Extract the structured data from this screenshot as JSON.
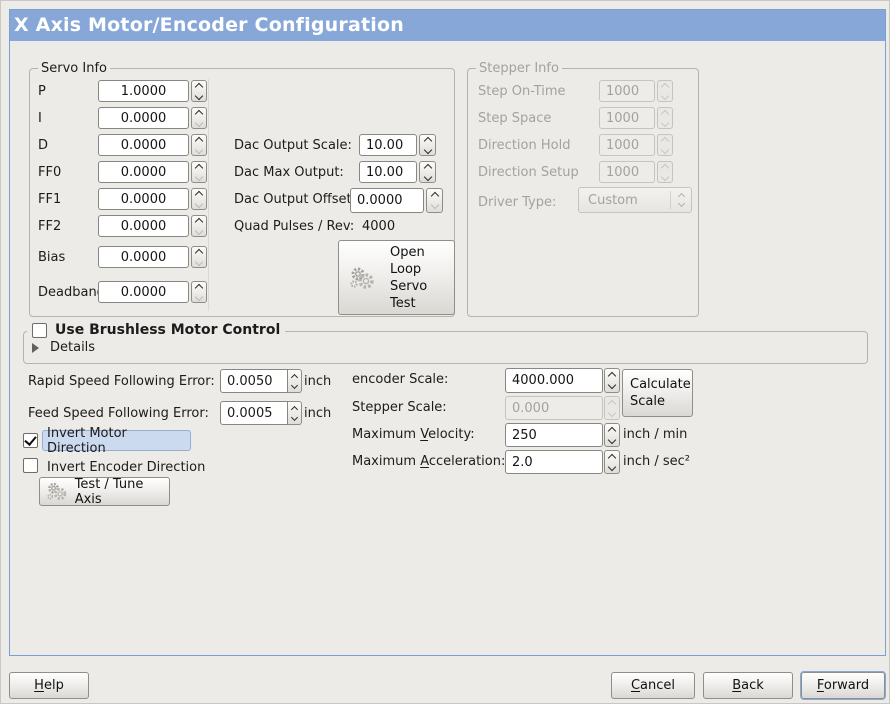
{
  "window": {
    "title": "X Axis Motor/Encoder Configuration"
  },
  "colors": {
    "titlebar_blue": "#86A7D8",
    "panel_border_blue": "#7C9FD2",
    "focus_highlight": "#CBDAEE"
  },
  "servo_info": {
    "legend": "Servo Info",
    "pid": [
      {
        "label": "P",
        "value": "1.0000"
      },
      {
        "label": "I",
        "value": "0.0000"
      },
      {
        "label": "D",
        "value": "0.0000"
      },
      {
        "label": "FF0",
        "value": "0.0000"
      },
      {
        "label": "FF1",
        "value": "0.0000"
      },
      {
        "label": "FF2",
        "value": "0.0000"
      },
      {
        "label": "Bias",
        "value": "0.0000"
      },
      {
        "label": "Deadband",
        "value": "0.0000"
      }
    ],
    "dac": [
      {
        "label": "Dac Output Scale:",
        "value": "10.00"
      },
      {
        "label": "Dac Max Output:",
        "value": "10.00"
      },
      {
        "label": "Dac Output Offset:",
        "value": "0.0000"
      }
    ],
    "quad": {
      "label": "Quad Pulses / Rev:",
      "value": "4000"
    },
    "open_loop": {
      "lines": [
        "Open",
        "Loop",
        "Servo",
        "Test"
      ]
    }
  },
  "stepper_info": {
    "legend": "Stepper Info",
    "fields": [
      {
        "label": "Step On-Time",
        "value": "1000"
      },
      {
        "label": "Step Space",
        "value": "1000"
      },
      {
        "label": "Direction Hold",
        "value": "1000"
      },
      {
        "label": "Direction Setup",
        "value": "1000"
      }
    ],
    "driver": {
      "label": "Driver Type:",
      "value": "Custom"
    }
  },
  "brushless": {
    "checkbox": "Use Brushless Motor Control",
    "details": "Details"
  },
  "following_error": {
    "rapid": {
      "label": "Rapid Speed Following Error:",
      "value": "0.0050",
      "unit": "inch"
    },
    "feed": {
      "label": "Feed Speed Following Error:",
      "value": "0.0005",
      "unit": "inch"
    }
  },
  "scale": {
    "encoder": {
      "label": "encoder Scale:",
      "value": "4000.000"
    },
    "stepper": {
      "label": "Stepper Scale:",
      "value": "0.000"
    },
    "calculate": {
      "line1": "Calculate",
      "line2": "Scale"
    },
    "velocity": {
      "pre": "Maximum ",
      "u": "V",
      "post": "elocity:",
      "value": "250",
      "unit": "inch / min"
    },
    "accel": {
      "pre": "Maximum ",
      "u": "A",
      "post": "cceleration:",
      "value": "2.0",
      "unit": "inch / sec²"
    }
  },
  "direction": {
    "invert_motor": "Invert Motor Direction",
    "invert_encoder": "Invert Encoder Direction",
    "test_tune": "Test / Tune Axis"
  },
  "footer": {
    "help": {
      "u": "H",
      "rest": "elp"
    },
    "cancel": {
      "u": "C",
      "rest": "ancel"
    },
    "back": {
      "u": "B",
      "rest": "ack"
    },
    "forward": {
      "u": "F",
      "rest": "orward"
    }
  }
}
